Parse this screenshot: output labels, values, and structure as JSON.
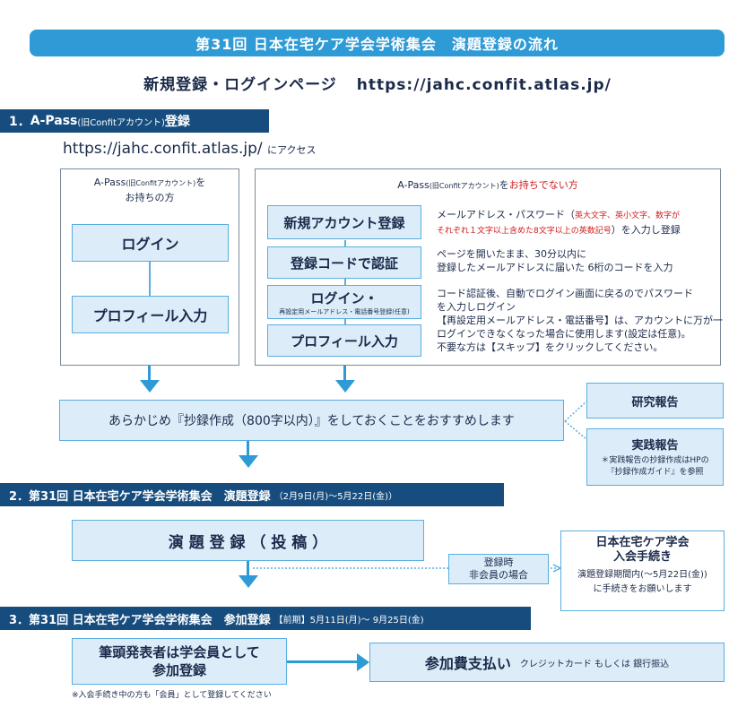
{
  "banner": "第31回 日本在宅ケア学会学術集会　演題登録の流れ",
  "subheader": {
    "label": "新規登録・ログインページ",
    "url": "https://jahc.confit.atlas.jp/"
  },
  "step1": {
    "number": "1．",
    "title_a": "A-Pass",
    "title_small": "(旧Confitアカウント)",
    "title_b": " 登録",
    "url": "https://jahc.confit.atlas.jp/",
    "url_suffix": "にアクセス"
  },
  "left_panel": {
    "title_a": "A-Pass",
    "title_small": "(旧Confitアカウント)",
    "title_b": "を",
    "title_line2": "お持ちの方",
    "login": "ログイン",
    "profile": "プロフィール入力"
  },
  "right_panel": {
    "title_a": "A-Pass",
    "title_small": "(旧Confitアカウント)",
    "title_b": "を",
    "title_red": "お持ちでない方",
    "step_new": "新規アカウント登録",
    "step_code": "登録コードで認証",
    "step_login": "ログイン・",
    "step_login_sub": "再設定用メールアドレス・電話番号登録(任意)",
    "step_profile": "プロフィール入力",
    "note1_a": "メールアドレス・パスワード（",
    "note1_red1": "英大文字、英小文字、数字が",
    "note1_red2": "それぞれ１文字以上含めた8文字以上の英数記号",
    "note1_b": "）を入力し登録",
    "note2_l1": "ページを開いたまま、30分以内に",
    "note2_l2": "登録したメールアドレスに届いた 6桁のコードを入力",
    "note3_l1": "コード認証後、自動でログイン画面に戻るのでパスワード",
    "note3_l2": "を入力しログイン",
    "note3_l3": "【再設定用メールアドレス・電話番号】は、アカウントに万が一",
    "note3_l4": "ログインできなくなった場合に使用します(設定は任意)。",
    "note3_l5": "不要な方は【スキップ】をクリックしてください。"
  },
  "recommend": "あらかじめ『抄録作成（800字以内）』をしておくことをおすすめします",
  "research_report": "研究報告",
  "practice": {
    "title": "実践報告",
    "note_l1": "＊実践報告の抄録作成はHPの",
    "note_l2": "『抄録作成ガイド』を参照"
  },
  "step2": {
    "number": "2．",
    "title": "第31回 日本在宅ケア学会学術集会　演題登録",
    "period": "（2月9日(月)～5月22日(金)）"
  },
  "submission": "演 題 登 録 （ 投 稿 ）",
  "nonmember": {
    "l1": "登録時",
    "l2": "非会員の場合"
  },
  "join": {
    "l1": "日本在宅ケア学会",
    "l2": "入会手続き",
    "l3": "演題登録期間内(～5月22日(金))",
    "l4": "に手続きをお願いします"
  },
  "step3": {
    "number": "3．",
    "title": "第31回 日本在宅ケア学会学術集会　参加登録",
    "period": "【前期】5月11日(月)～ 9月25日(金)"
  },
  "presenter": {
    "l1": "筆頭発表者は学会員として",
    "l2": "参加登録"
  },
  "payment": {
    "title": "参加費支払い",
    "methods": "クレジットカード もしくは 銀行振込"
  },
  "footnote": "※入会手続き中の方も「会員」として登録してください"
}
